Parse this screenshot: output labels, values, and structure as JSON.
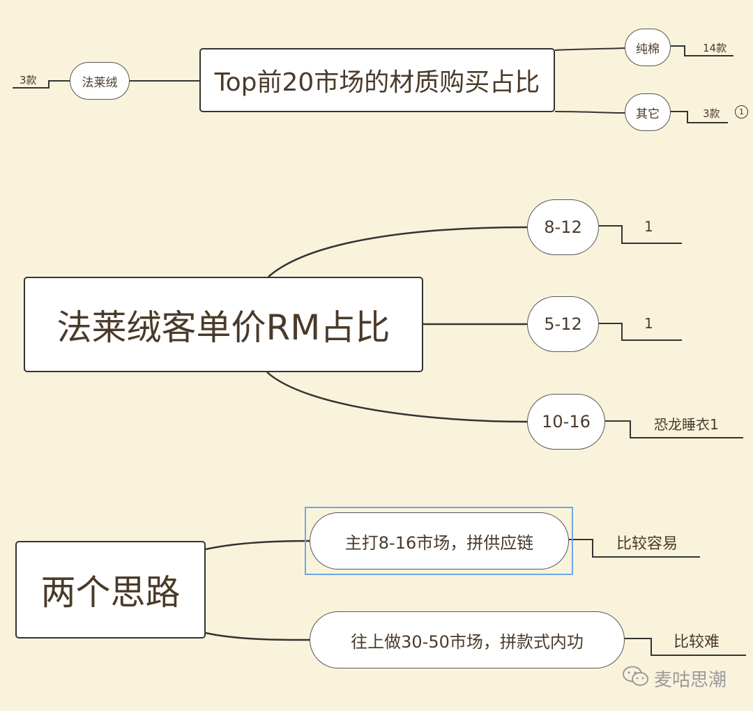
{
  "map1": {
    "root": "Top前20市场的材质购买占比",
    "left_branch": {
      "label": "法莱绒",
      "leaf": "3款"
    },
    "branches": [
      {
        "label": "纯棉",
        "leaf": "14款"
      },
      {
        "label": "其它",
        "leaf": "3款",
        "badge": "1"
      }
    ]
  },
  "map2": {
    "root": "法莱绒客单价RM占比",
    "branches": [
      {
        "label": "8-12",
        "leaf": "1"
      },
      {
        "label": "5-12",
        "leaf": "1"
      },
      {
        "label": "10-16",
        "leaf": "恐龙睡衣1"
      }
    ]
  },
  "map3": {
    "root": "两个思路",
    "branches": [
      {
        "label": "主打8-16市场，拼供应链",
        "leaf": "比较容易",
        "selected": true
      },
      {
        "label": "往上做30-50市场，拼款式内功",
        "leaf": "比较难"
      }
    ]
  },
  "watermark": {
    "text": "麦咕思潮",
    "icon": "wechat-icon"
  },
  "colors": {
    "background": "#faf3dc",
    "selection": "#6aa8e6",
    "line": "#333333"
  }
}
